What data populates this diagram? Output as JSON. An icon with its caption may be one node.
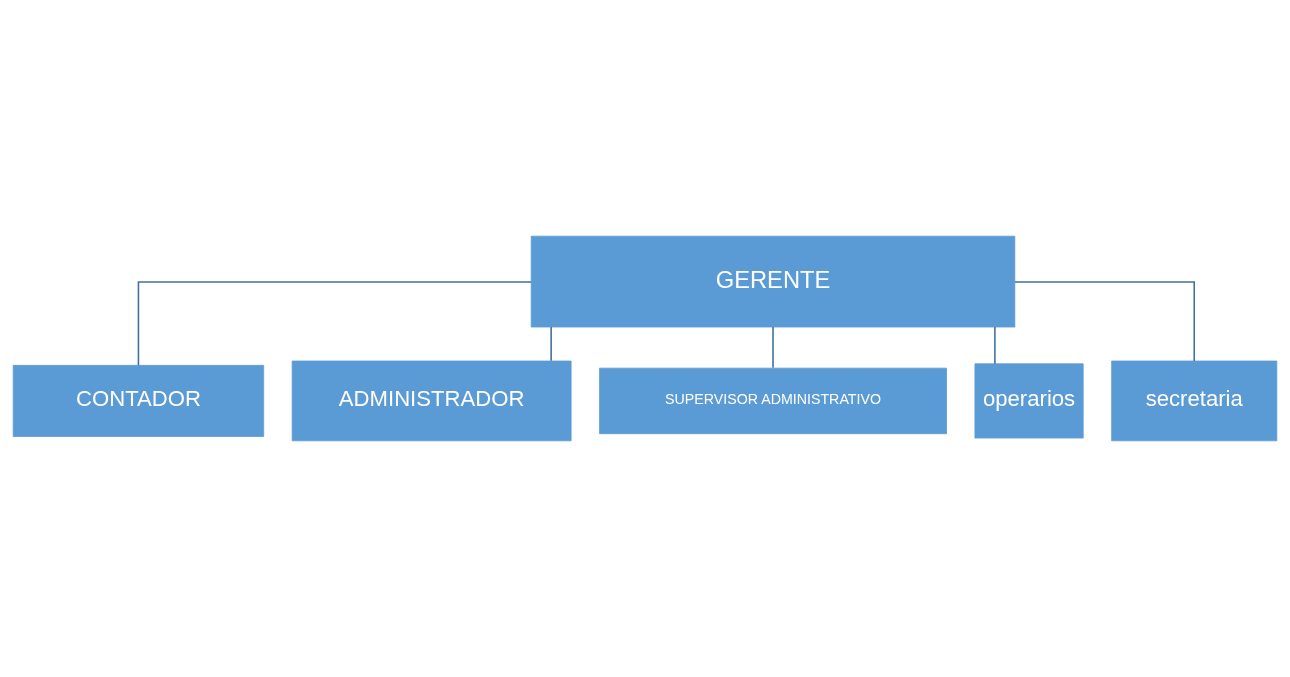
{
  "diagram": {
    "nodes": [
      {
        "text": [
          "GERENTE"
        ]
      },
      {
        "text": [
          "CONTADOR"
        ]
      },
      {
        "text": [
          "ADMINISTRADOR"
        ]
      },
      {
        "text": [
          "SUPERVISOR ADMINISTRATIVO"
        ]
      },
      {
        "text": [
          "operarios"
        ]
      },
      {
        "text": [
          "secretaria"
        ]
      }
    ],
    "edges": [
      {
        "from": 0,
        "to": 1,
        "arrow": "none"
      },
      {
        "from": 0,
        "to": 2,
        "arrow": "none"
      },
      {
        "from": 0,
        "to": 3,
        "arrow": "none"
      },
      {
        "from": 0,
        "to": 4,
        "arrow": "none"
      },
      {
        "from": 0,
        "to": 5,
        "arrow": "none"
      }
    ]
  }
}
